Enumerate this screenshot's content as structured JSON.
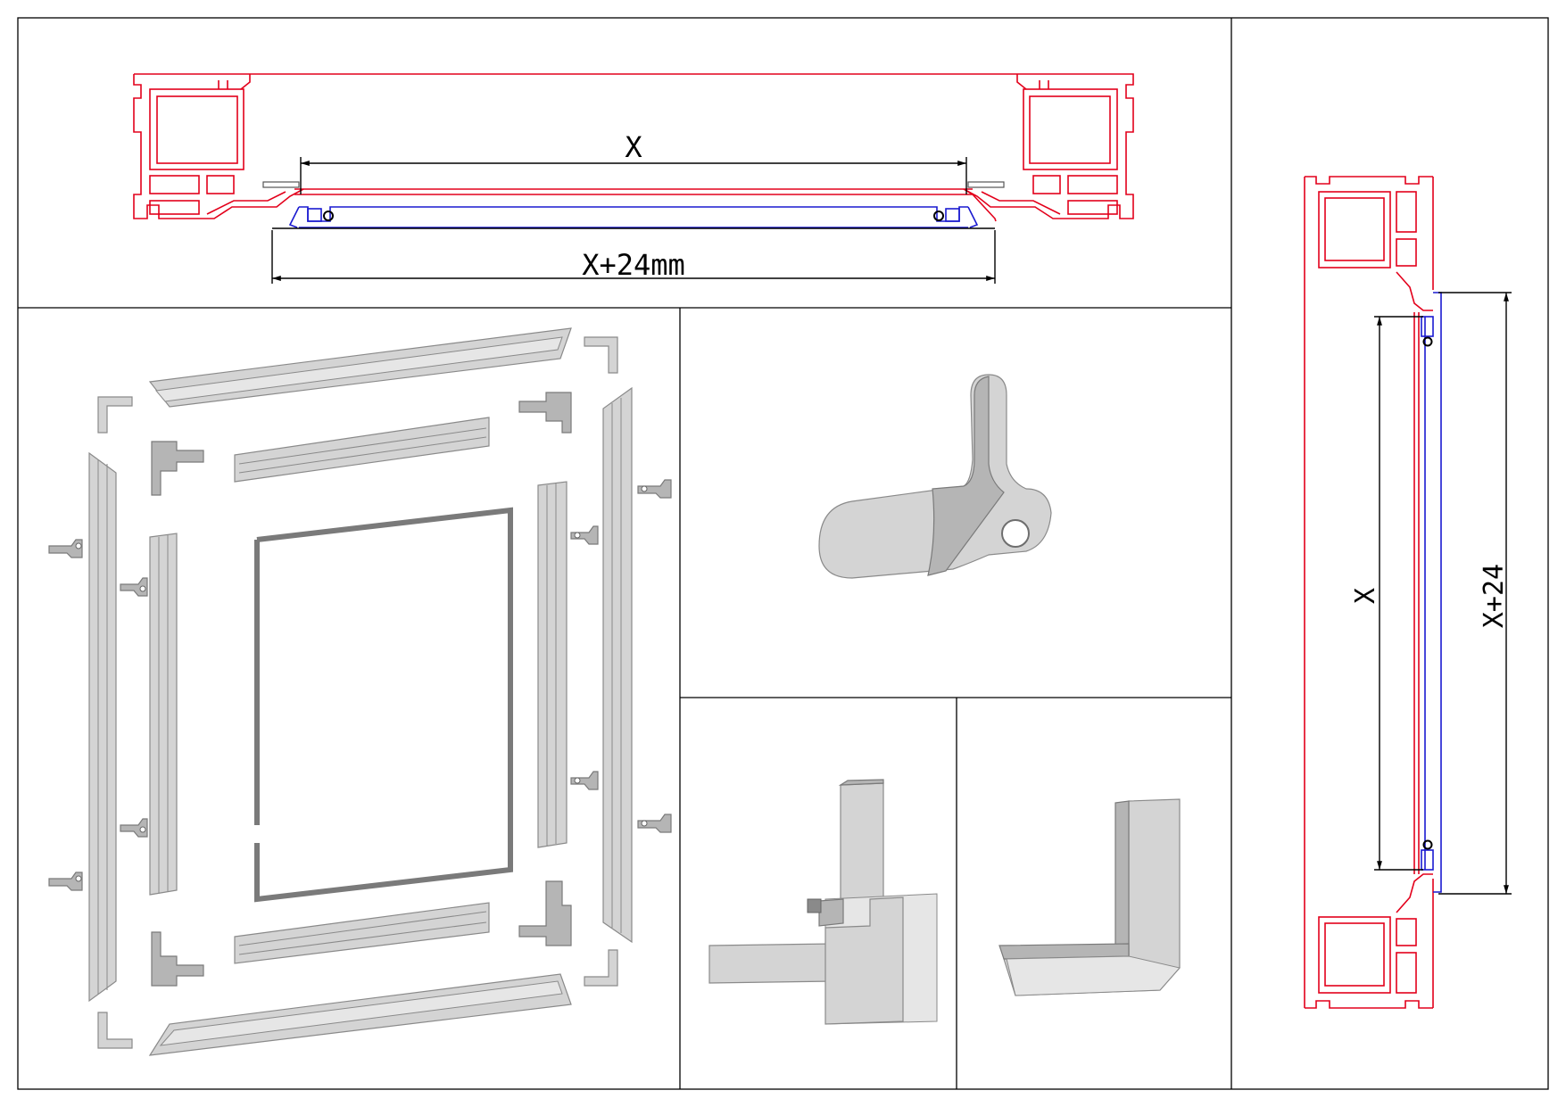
{
  "labels": {
    "top_inner_dim": "X",
    "top_outer_dim": "X+24mm",
    "side_inner_dim": "X",
    "side_outer_dim": "X+24"
  },
  "colors": {
    "window_profile": "#e3001b",
    "screen_frame": "#1a1ad0",
    "dimension_lines": "#000000",
    "part_fill": "#d4d4d4"
  }
}
